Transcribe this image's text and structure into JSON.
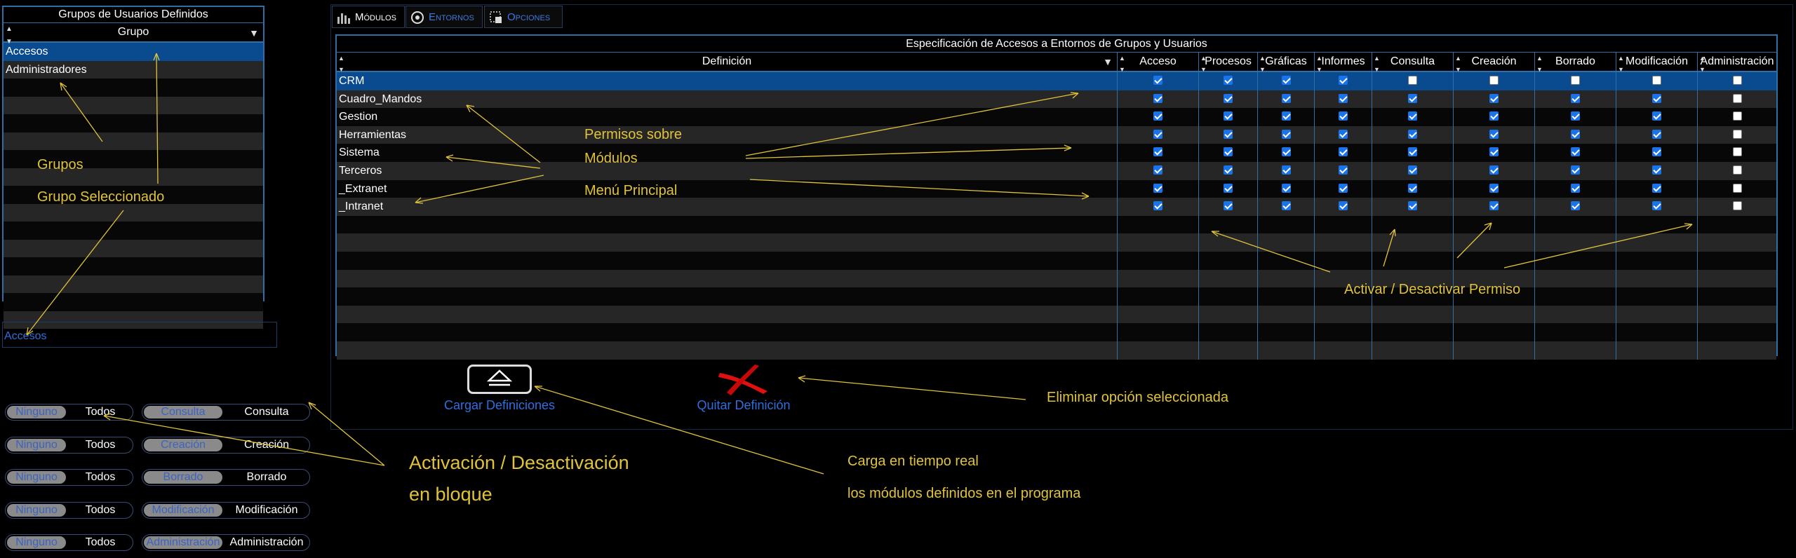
{
  "groups": {
    "title": "Grupos de Usuarios Definidos",
    "column": "Grupo",
    "rows": [
      "Accesos",
      "Administradores",
      "",
      "",
      "",
      "",
      "",
      "",
      "",
      "",
      "",
      "",
      "",
      "",
      "",
      ""
    ],
    "selected_index": 0
  },
  "selected_group": "Accesos",
  "toggles": [
    {
      "off": "Ninguno",
      "on": "Todos",
      "knob": "Consulta",
      "label": "Consulta"
    },
    {
      "off": "Ninguno",
      "on": "Todos",
      "knob": "Creación",
      "label": "Creación"
    },
    {
      "off": "Ninguno",
      "on": "Todos",
      "knob": "Borrado",
      "label": "Borrado"
    },
    {
      "off": "Ninguno",
      "on": "Todos",
      "knob": "Modificación",
      "label": "Modificación"
    },
    {
      "off": "Ninguno",
      "on": "Todos",
      "knob": "Administración",
      "label": "Administración"
    }
  ],
  "tabs": [
    {
      "label": "Módulos",
      "icon": "bar-chart-icon"
    },
    {
      "label": "Entornos",
      "icon": "target-icon"
    },
    {
      "label": "Opciones",
      "icon": "options-icon"
    }
  ],
  "grid": {
    "title": "Especificación de Accesos a Entornos de Grupos y Usuarios",
    "columns": [
      "Definición",
      "Acceso",
      "Procesos",
      "Gráficas",
      "Informes",
      "Consulta",
      "Creación",
      "Borrado",
      "Modificación",
      "Administración"
    ],
    "rows": [
      {
        "name": "CRM",
        "checks": [
          true,
          true,
          true,
          true,
          false,
          false,
          false,
          false,
          false
        ]
      },
      {
        "name": "Cuadro_Mandos",
        "checks": [
          true,
          true,
          true,
          true,
          true,
          true,
          true,
          true,
          false
        ]
      },
      {
        "name": "Gestion",
        "checks": [
          true,
          true,
          true,
          true,
          true,
          true,
          true,
          true,
          false
        ]
      },
      {
        "name": "Herramientas",
        "checks": [
          true,
          true,
          true,
          true,
          true,
          true,
          true,
          true,
          false
        ]
      },
      {
        "name": "Sistema",
        "checks": [
          true,
          true,
          true,
          true,
          true,
          true,
          true,
          true,
          false
        ]
      },
      {
        "name": "Terceros",
        "checks": [
          true,
          true,
          true,
          true,
          true,
          true,
          true,
          true,
          false
        ]
      },
      {
        "name": "_Extranet",
        "checks": [
          true,
          true,
          true,
          true,
          true,
          true,
          true,
          true,
          false
        ]
      },
      {
        "name": "_Intranet",
        "checks": [
          true,
          true,
          true,
          true,
          true,
          true,
          true,
          true,
          false
        ]
      }
    ],
    "empty_rows": 8,
    "selected_index": 0
  },
  "buttons": {
    "load": "Cargar Definiciones",
    "remove": "Quitar Definición"
  },
  "annotations": {
    "grupos": "Grupos",
    "grupo_sel": "Grupo Seleccionado",
    "permisos1": "Permisos sobre",
    "permisos2": "Módulos",
    "permisos3": "Menú Principal",
    "activar": "Activar / Desactivar Permiso",
    "eliminar": "Eliminar opción seleccionada",
    "bloque1": "Activación / Desactivación",
    "bloque2": "en bloque",
    "carga1": "Carga en tiempo real",
    "carga2": "los módulos definidos en el programa"
  },
  "colors": {
    "accent": "#2f6fa6",
    "selection": "#0a4a8e",
    "annotation": "#e0c33a",
    "link": "#2f6fdd"
  }
}
